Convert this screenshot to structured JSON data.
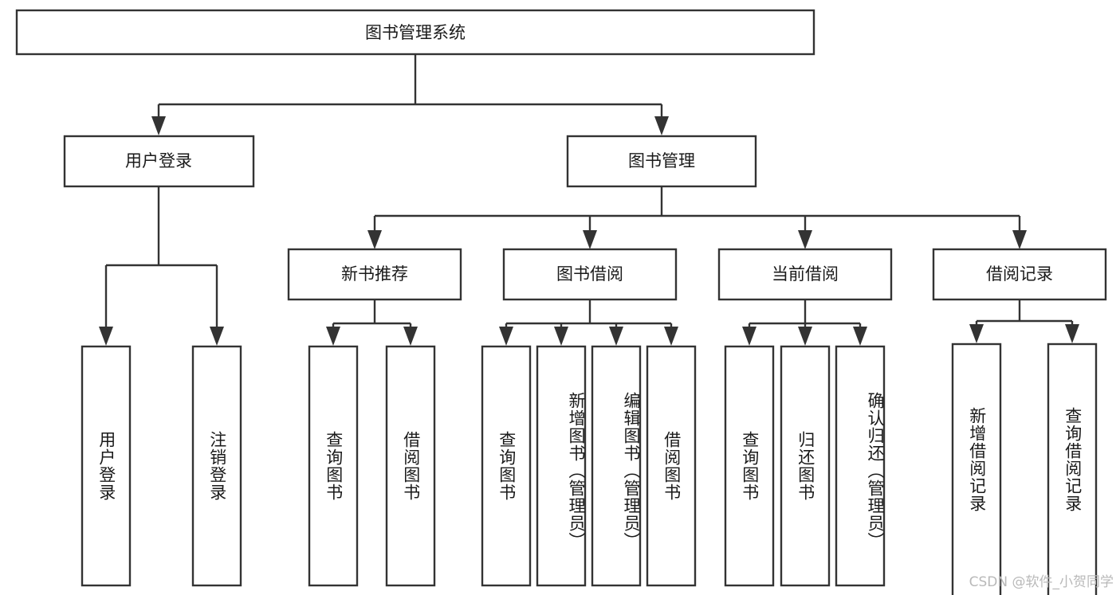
{
  "diagram": {
    "title": "图书管理系统",
    "type": "hierarchy-tree",
    "root": {
      "label": "图书管理系统"
    },
    "level1": [
      {
        "label": "用户登录"
      },
      {
        "label": "图书管理"
      }
    ],
    "level2": [
      {
        "label": "新书推荐"
      },
      {
        "label": "图书借阅"
      },
      {
        "label": "当前借阅"
      },
      {
        "label": "借阅记录"
      }
    ],
    "leaves": {
      "user_login": [
        {
          "label": "用户登录"
        },
        {
          "label": "注销登录"
        }
      ],
      "new_book_recommend": [
        {
          "label": "查询图书"
        },
        {
          "label": "借阅图书"
        }
      ],
      "book_borrow": [
        {
          "label": "查询图书"
        },
        {
          "label": "新增图书（管理员）"
        },
        {
          "label": "编辑图书（管理员）"
        },
        {
          "label": "借阅图书"
        }
      ],
      "current_borrow": [
        {
          "label": "查询图书"
        },
        {
          "label": "归还图书"
        },
        {
          "label": "确认归还（管理员）"
        }
      ],
      "borrow_record": [
        {
          "label": "新增借阅记录"
        },
        {
          "label": "查询借阅记录"
        }
      ]
    }
  },
  "watermark": {
    "text": "CSDN @软件_小贺同学"
  },
  "colors": {
    "stroke": "#333333",
    "box_fill": "#ffffff",
    "text": "#1a1a1a",
    "background": "#ffffff",
    "watermark": "#b9b9b9"
  }
}
